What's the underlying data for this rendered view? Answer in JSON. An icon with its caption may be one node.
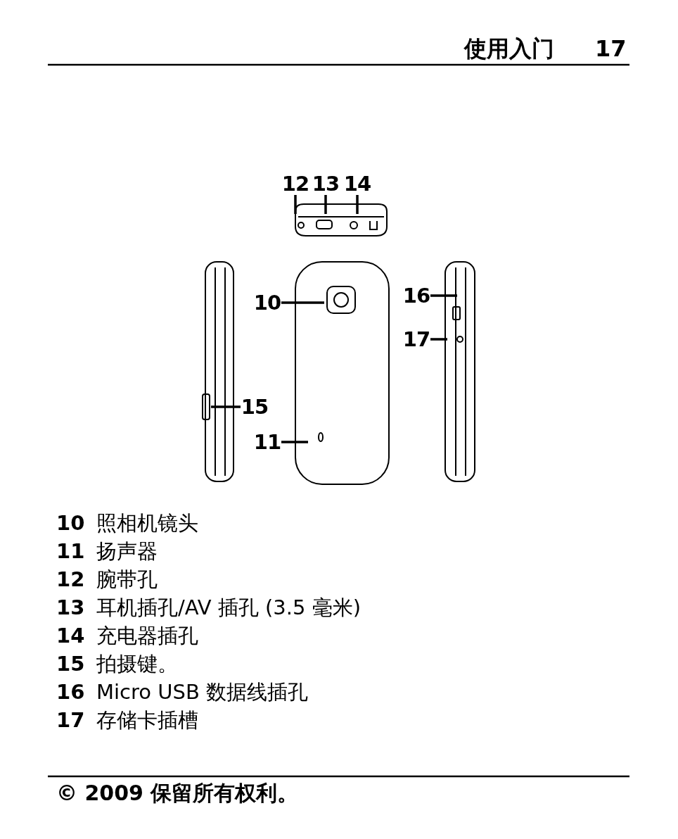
{
  "diagram": {
    "nodes": [
      {
        "text": [
          "12"
        ]
      },
      {
        "text": [
          "13"
        ]
      },
      {
        "text": [
          "14"
        ]
      },
      {
        "text": [
          "16"
        ]
      },
      {
        "text": [
          "10"
        ]
      },
      {
        "text": [
          "17"
        ]
      },
      {
        "text": [
          "15"
        ]
      },
      {
        "text": [
          "11"
        ]
      }
    ],
    "edges": [
      {
        "from": 0,
        "to": null,
        "arrow": "none"
      },
      {
        "from": 1,
        "to": null,
        "arrow": "none"
      },
      {
        "from": 2,
        "to": null,
        "arrow": "none"
      },
      {
        "from": 3,
        "to": null,
        "arrow": "none"
      },
      {
        "from": 4,
        "to": null,
        "arrow": "none"
      },
      {
        "from": 5,
        "to": null,
        "arrow": "none"
      },
      {
        "from": 6,
        "to": null,
        "arrow": "none"
      },
      {
        "from": 7,
        "to": null,
        "arrow": "none"
      }
    ],
    "labels": [
      "使用入门",
      "17",
      "10",
      "照相机镜头",
      "11",
      "扬声器",
      "12",
      "腕带孔",
      "13",
      "耳机插孔/AV 插孔 (3.5 毫米)",
      "14",
      "充电器插孔",
      "15",
      "拍摄键。",
      "16",
      "Micro USB 数据线插孔",
      "17",
      "存储卡插槽",
      "© 2009 保留所有权利。"
    ]
  }
}
